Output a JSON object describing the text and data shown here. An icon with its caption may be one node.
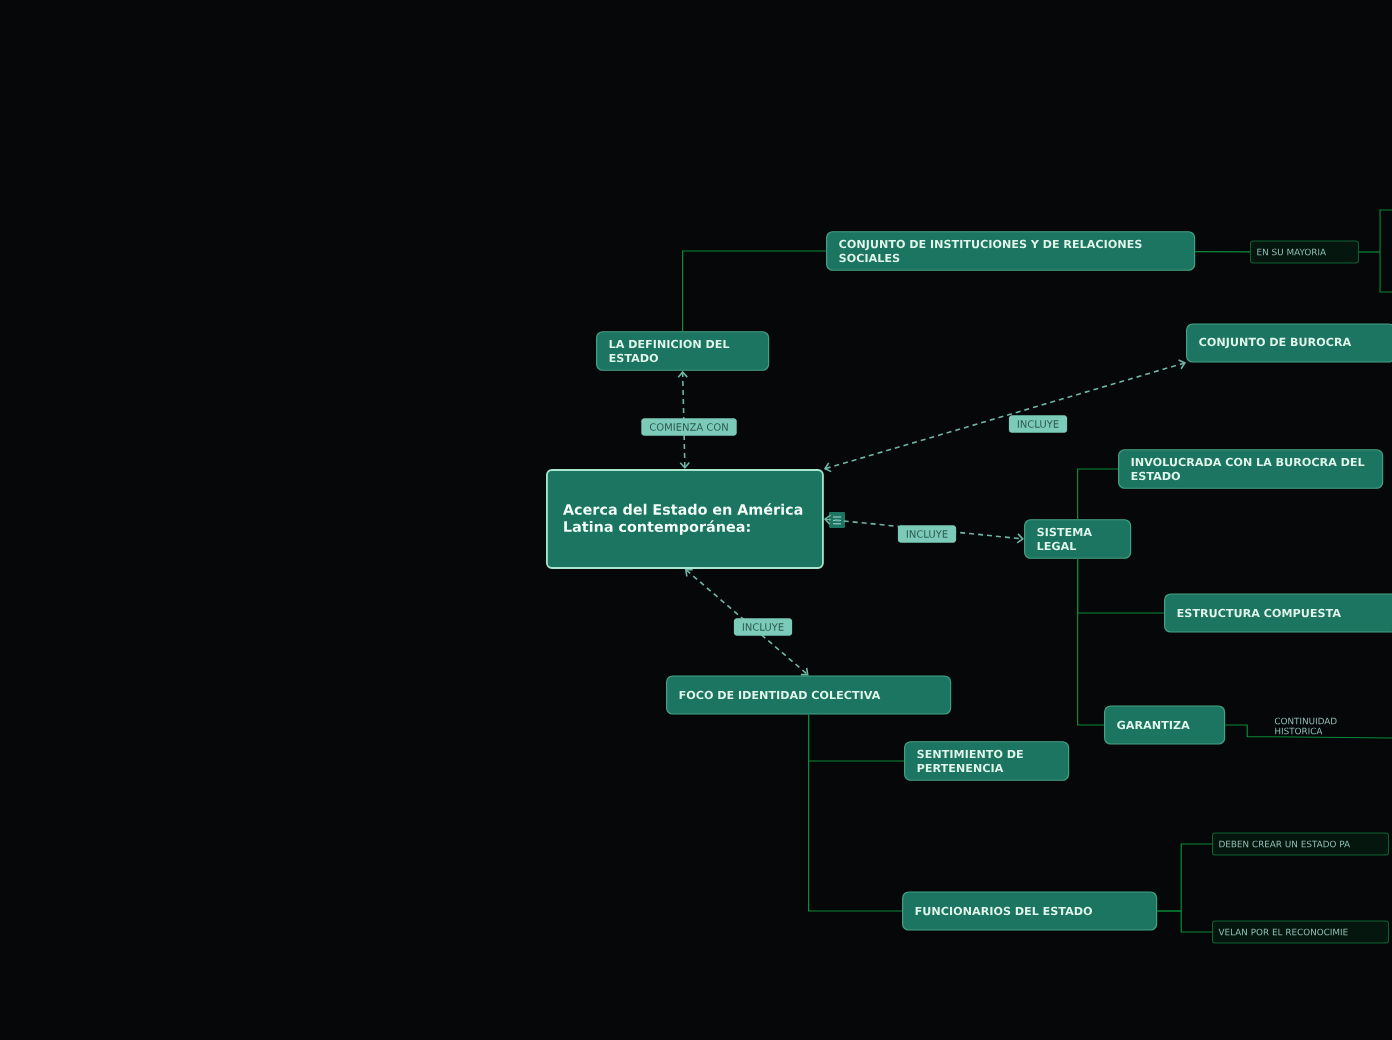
{
  "diagram": {
    "nodes": [
      {
        "text": [
          "Acerca del Estado en América Latina contemporánea:"
        ]
      },
      {
        "text": [
          "LA DEFINICION DEL ESTADO"
        ]
      },
      {
        "text": [
          "CONJUNTO DE INSTITUCIONES Y DE RELACIONES SOCIALES"
        ]
      },
      {
        "text": [
          "EN SU MAYORIA"
        ]
      },
      {
        "text": [
          "CONJUNTO DE BUROCRA"
        ]
      },
      {
        "text": [
          "SISTEMA LEGAL"
        ]
      },
      {
        "text": [
          "INVOLUCRADA CON LA BUROCRA DEL ESTADO"
        ]
      },
      {
        "text": [
          "ESTRUCTURA COMPUESTA"
        ]
      },
      {
        "text": [
          "GARANTIZA"
        ]
      },
      {
        "text": [
          "CONTINUIDAD HISTORICA"
        ]
      },
      {
        "text": [
          "FOCO DE IDENTIDAD COLECTIVA"
        ]
      },
      {
        "text": [
          "SENTIMIENTO DE PERTENENCIA"
        ]
      },
      {
        "text": [
          "FUNCIONARIOS DEL ESTADO"
        ]
      },
      {
        "text": [
          "DEBEN CREAR UN ESTADO PA"
        ]
      },
      {
        "text": [
          "VELAN POR EL RECONOCIMIE"
        ]
      }
    ],
    "edges": [
      {
        "from": 0,
        "to": 1,
        "arrow": "both",
        "label": "COMIENZA CON",
        "style": "dashed",
        "color": "#6fb5a5"
      },
      {
        "from": 0,
        "to": 4,
        "arrow": "both",
        "label": "INCLUYE",
        "style": "dashed",
        "color": "#6fb5a5"
      },
      {
        "from": 0,
        "to": 5,
        "arrow": "both",
        "label": "INCLUYE",
        "style": "dashed",
        "color": "#6fb5a5"
      },
      {
        "from": 0,
        "to": 10,
        "arrow": "both",
        "label": "INCLUYE",
        "style": "dashed",
        "color": "#6fb5a5"
      },
      {
        "from": 1,
        "to": 2,
        "arrow": "none"
      },
      {
        "from": 2,
        "to": 3,
        "arrow": "none"
      },
      {
        "from": 3,
        "to": null,
        "arrow": "none"
      },
      {
        "from": 5,
        "to": 6,
        "arrow": "none"
      },
      {
        "from": 5,
        "to": 7,
        "arrow": "none"
      },
      {
        "from": 5,
        "to": 8,
        "arrow": "none"
      },
      {
        "from": 8,
        "to": 9,
        "arrow": "none"
      },
      {
        "from": 9,
        "to": null,
        "arrow": "none"
      },
      {
        "from": 10,
        "to": 11,
        "arrow": "none"
      },
      {
        "from": 10,
        "to": 12,
        "arrow": "none"
      },
      {
        "from": 12,
        "to": 13,
        "arrow": "none"
      },
      {
        "from": 12,
        "to": 14,
        "arrow": "none"
      }
    ]
  }
}
